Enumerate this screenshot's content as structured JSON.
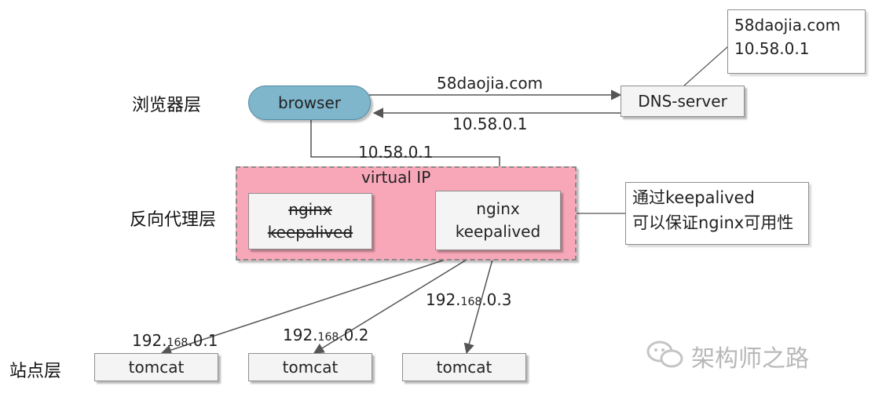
{
  "layers": {
    "browser_layer": "浏览器层",
    "proxy_layer": "反向代理层",
    "site_layer": "站点层"
  },
  "nodes": {
    "browser": "browser",
    "dns_server": "DNS-server",
    "vip_label": "virtual  IP",
    "nginx_backup": {
      "line1": "nginx",
      "line2": "keepalived"
    },
    "nginx_master": {
      "line1": "nginx",
      "line2": "keepalived"
    },
    "tomcats": [
      "tomcat",
      "tomcat",
      "tomcat"
    ]
  },
  "edges": {
    "request_domain": "58daojia.com",
    "response_ip": "10.58.0.1",
    "to_vip": "10.58.0.1",
    "tomcat_ips": [
      {
        "main": "192.",
        "sub": "168",
        "rest": ".0.1"
      },
      {
        "main": "192.",
        "sub": "168",
        "rest": ".0.2"
      },
      {
        "main": "192.",
        "sub": "168",
        "rest": ".0.3"
      }
    ]
  },
  "notes": {
    "dns_record": {
      "line1": "58daojia.com",
      "line2": "10.58.0.1"
    },
    "keepalived": {
      "line1": "通过keepalived",
      "line2": "可以保证nginx可用性"
    }
  },
  "watermark": "架构师之路"
}
